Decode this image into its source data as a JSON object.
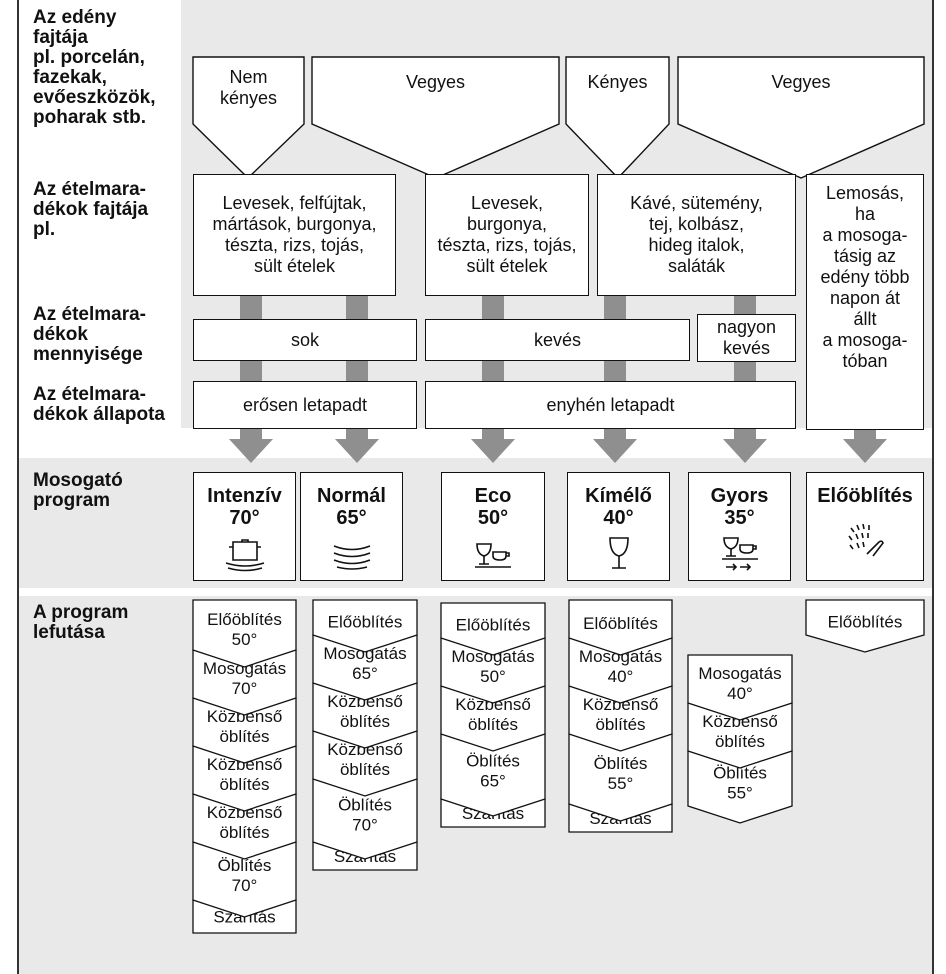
{
  "row_labels": {
    "edeny": "Az edény\nfajtája\npl. porcelán,\nfazekak,\nevőeszközök,\npoharak stb.",
    "etel_fajta": "Az ételmara-\ndékok fajtája\npl.",
    "mennyiseg": "Az ételmara-\ndékok\nmennyisége",
    "allapot": "Az ételmara-\ndékok állapota",
    "program": "Mosogató\nprogram",
    "lefutas": "A program\nlefutása"
  },
  "edeny_types": [
    {
      "label": "Nem\nkényes"
    },
    {
      "label": "Vegyes"
    },
    {
      "label": "Kényes"
    },
    {
      "label": "Vegyes"
    }
  ],
  "food_types": [
    "Levesek, felfújtak,\nmártások, burgonya,\ntészta, rizs, tojás,\nsült ételek",
    "Levesek,\nburgonya,\ntészta, rizs, tojás,\nsült ételek",
    "Kávé, sütemény,\ntej, kolbász,\nhideg italok,\nsaláták",
    "Lemosás,\nha\na mosoga-\ntásig az\nedény több\nnapon át\nállt\na mosoga-\ntóban"
  ],
  "amounts": [
    "sok",
    "kevés",
    "nagyon\nkevés"
  ],
  "conditions": [
    "erősen letapadt",
    "enyhén letapadt"
  ],
  "programs": [
    {
      "name": "Intenzív",
      "temp": "70°",
      "icon": "pot-plates-icon"
    },
    {
      "name": "Normál",
      "temp": "65°",
      "icon": "stacked-plates-icon"
    },
    {
      "name": "Eco",
      "temp": "50°",
      "icon": "glass-cup-icon"
    },
    {
      "name": "Kímélő",
      "temp": "40°",
      "icon": "wine-glass-icon"
    },
    {
      "name": "Gyors",
      "temp": "35°",
      "icon": "glass-cup-fast-icon"
    },
    {
      "name": "Előöblítés",
      "temp": "",
      "icon": "rinse-spray-icon"
    }
  ],
  "sequences": [
    [
      "Előöblítés\n50°",
      "Mosogatás\n70°",
      "Közbenső\nöblítés",
      "Közbenső\nöblítés",
      "Közbenső\nöblítés",
      "Öblítés\n70°",
      "Szárítás"
    ],
    [
      "Előöblítés",
      "Mosogatás\n65°",
      "Közbenső\nöblítés",
      "Közbenső\nöblítés",
      "Öblítés\n70°",
      "Szárítás"
    ],
    [
      "Előöblítés",
      "Mosogatás\n50°",
      "Közbenső\nöblítés",
      "Öblítés\n65°",
      "Szárítás"
    ],
    [
      "Előöblítés",
      "Mosogatás\n40°",
      "Közbenső\nöblítés",
      "Öblítés\n55°",
      "Szárítás"
    ],
    [
      "Mosogatás\n40°",
      "Közbenső\nöblítés",
      "Öblítés\n55°"
    ],
    [
      "Előöblítés"
    ]
  ],
  "colors": {
    "band": "#e9e9e9",
    "connector": "#8f8f8f",
    "arrow": "#8f8f8f",
    "stroke": "#111111"
  }
}
